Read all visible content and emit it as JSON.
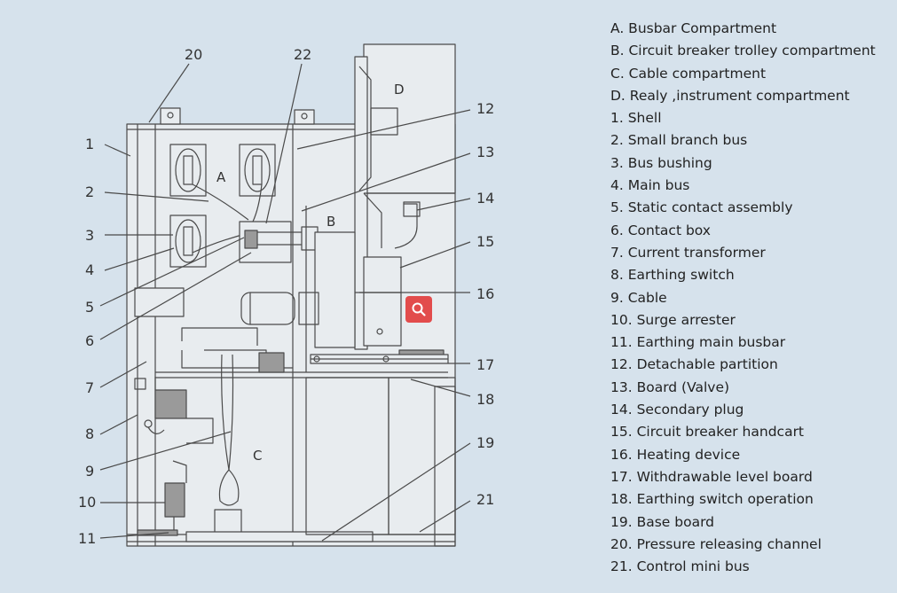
{
  "diagram": {
    "callouts": [
      "20",
      "22",
      "12",
      "13",
      "14",
      "15",
      "16",
      "17",
      "18",
      "19",
      "21",
      "1",
      "2",
      "3",
      "4",
      "5",
      "6",
      "7",
      "8",
      "9",
      "10",
      "11"
    ],
    "compartment_letters": [
      "A",
      "B",
      "C",
      "D"
    ]
  },
  "legend": [
    "A. Busbar Compartment",
    "B. Circuit breaker trolley compartment",
    "C. Cable compartment",
    "D. Realy ,instrument compartment",
    "1. Shell",
    "2. Small branch bus",
    "3. Bus bushing",
    "4. Main bus",
    "5. Static contact assembly",
    "6. Contact box",
    "7. Current transformer",
    "8. Earthing switch",
    "9. Cable",
    "10. Surge arrester",
    "11. Earthing main busbar",
    "12. Detachable partition",
    "13. Board (Valve)",
    "14. Secondary plug",
    "15. Circuit breaker handcart",
    "16. Heating device",
    "17. Withdrawable level board",
    "18. Earthing switch operation",
    "19. Base board",
    "20. Pressure releasing channel",
    "21. Control mini bus"
  ],
  "zoom_button": {
    "icon": "magnifier-icon",
    "color": "#e24c4c"
  },
  "colors": {
    "background": "#d6e2ec",
    "line": "#4a4a4a",
    "panel": "#e8ecef"
  }
}
